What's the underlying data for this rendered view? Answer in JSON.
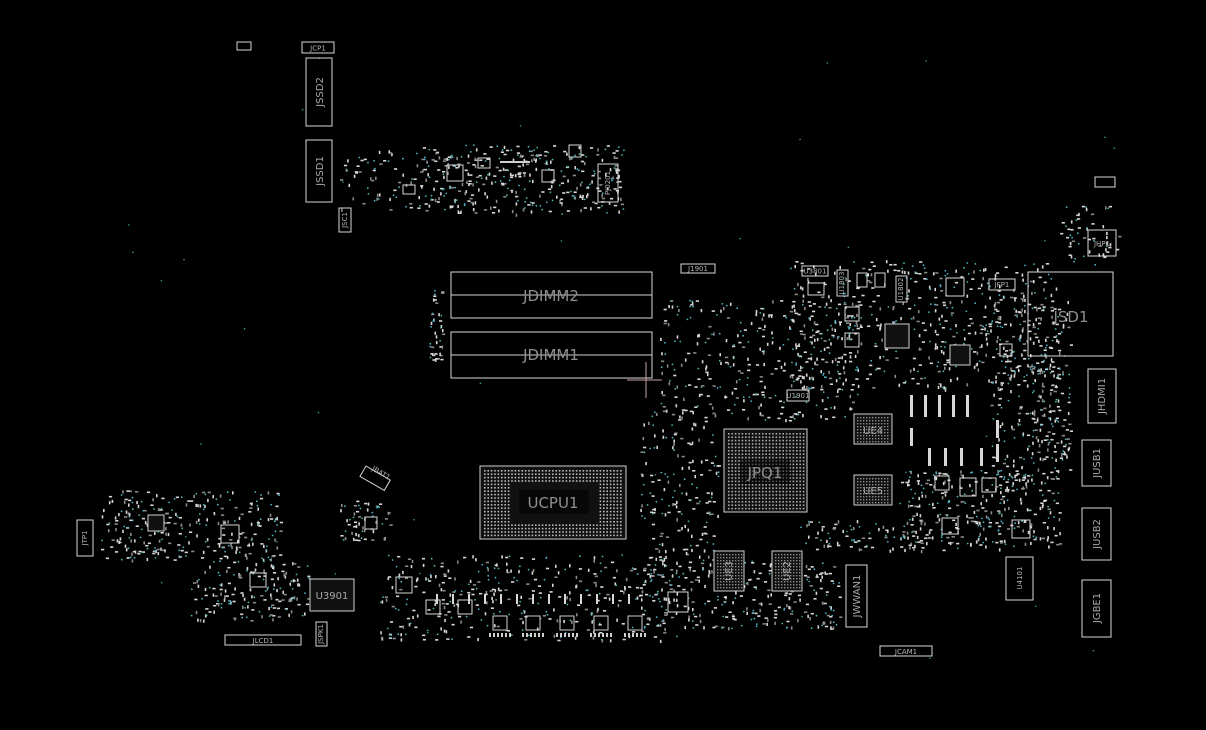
{
  "labels": {
    "jcp1": "JCP1",
    "jssd2": "JSSD2",
    "jssd1": "JSSD1",
    "jsc1": "JSC1",
    "pj0201": "PJ0201",
    "j1901": "J1901",
    "jdimm2": "JDIMM2",
    "jdimm1": "JDIMM1",
    "jsd1": "JSD1",
    "jhp1": "JHP1",
    "jfp1": "JFP1",
    "jhdmi1": "JHDMI1",
    "jusb1": "JUSB1",
    "jusb2": "JUSB2",
    "jgbe1": "JGBE1",
    "u4101": "U4101",
    "jpq1": "JPQ1",
    "ucpu1": "UCPU1",
    "ue4": "UE4",
    "ue5": "UE5",
    "ue3": "UE3",
    "ue2": "UE2",
    "jwwan1": "JWWAN1",
    "jcam1": "JCAM1",
    "u3901": "U3901",
    "jlcd1": "JLCD1",
    "jbat1": "JBAT1",
    "jspk1": "JSPK1",
    "jtp1": "JTP1",
    "u1901": "U1901",
    "u3801": "U3801",
    "u1803": "U1803",
    "u1802": "U1802"
  },
  "colors": {
    "background": "#000000",
    "outline": "#d8d8d8",
    "via": "#4fb3bf",
    "label": "#8f8f8f"
  }
}
